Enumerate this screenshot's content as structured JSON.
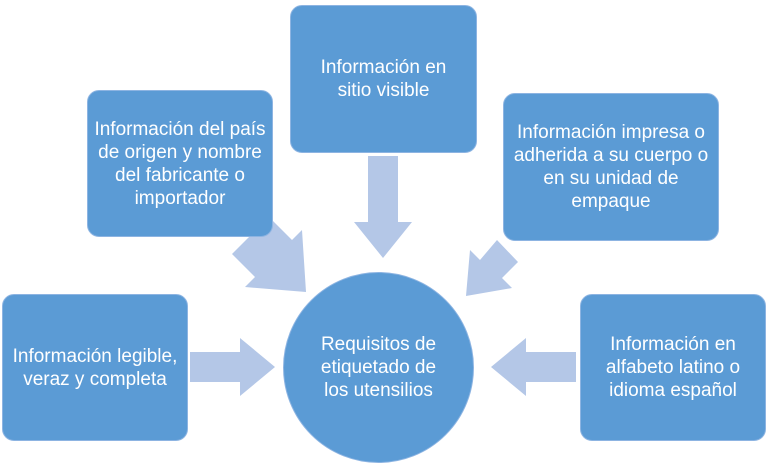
{
  "center": {
    "label": "Requisitos de etiquetado de los utensilios"
  },
  "items": [
    {
      "label": "Información legible, veraz y completa"
    },
    {
      "label": "Información del país de origen y nombre del fabricante o importador"
    },
    {
      "label": "Información en sitio visible"
    },
    {
      "label": "Información impresa o adherida a su cuerpo o en su unidad de empaque"
    },
    {
      "label": "Información en alfabeto latino o idioma español"
    }
  ],
  "colors": {
    "node": "#5b9bd5",
    "arrow": "#b4c7e7",
    "text": "#ffffff"
  }
}
